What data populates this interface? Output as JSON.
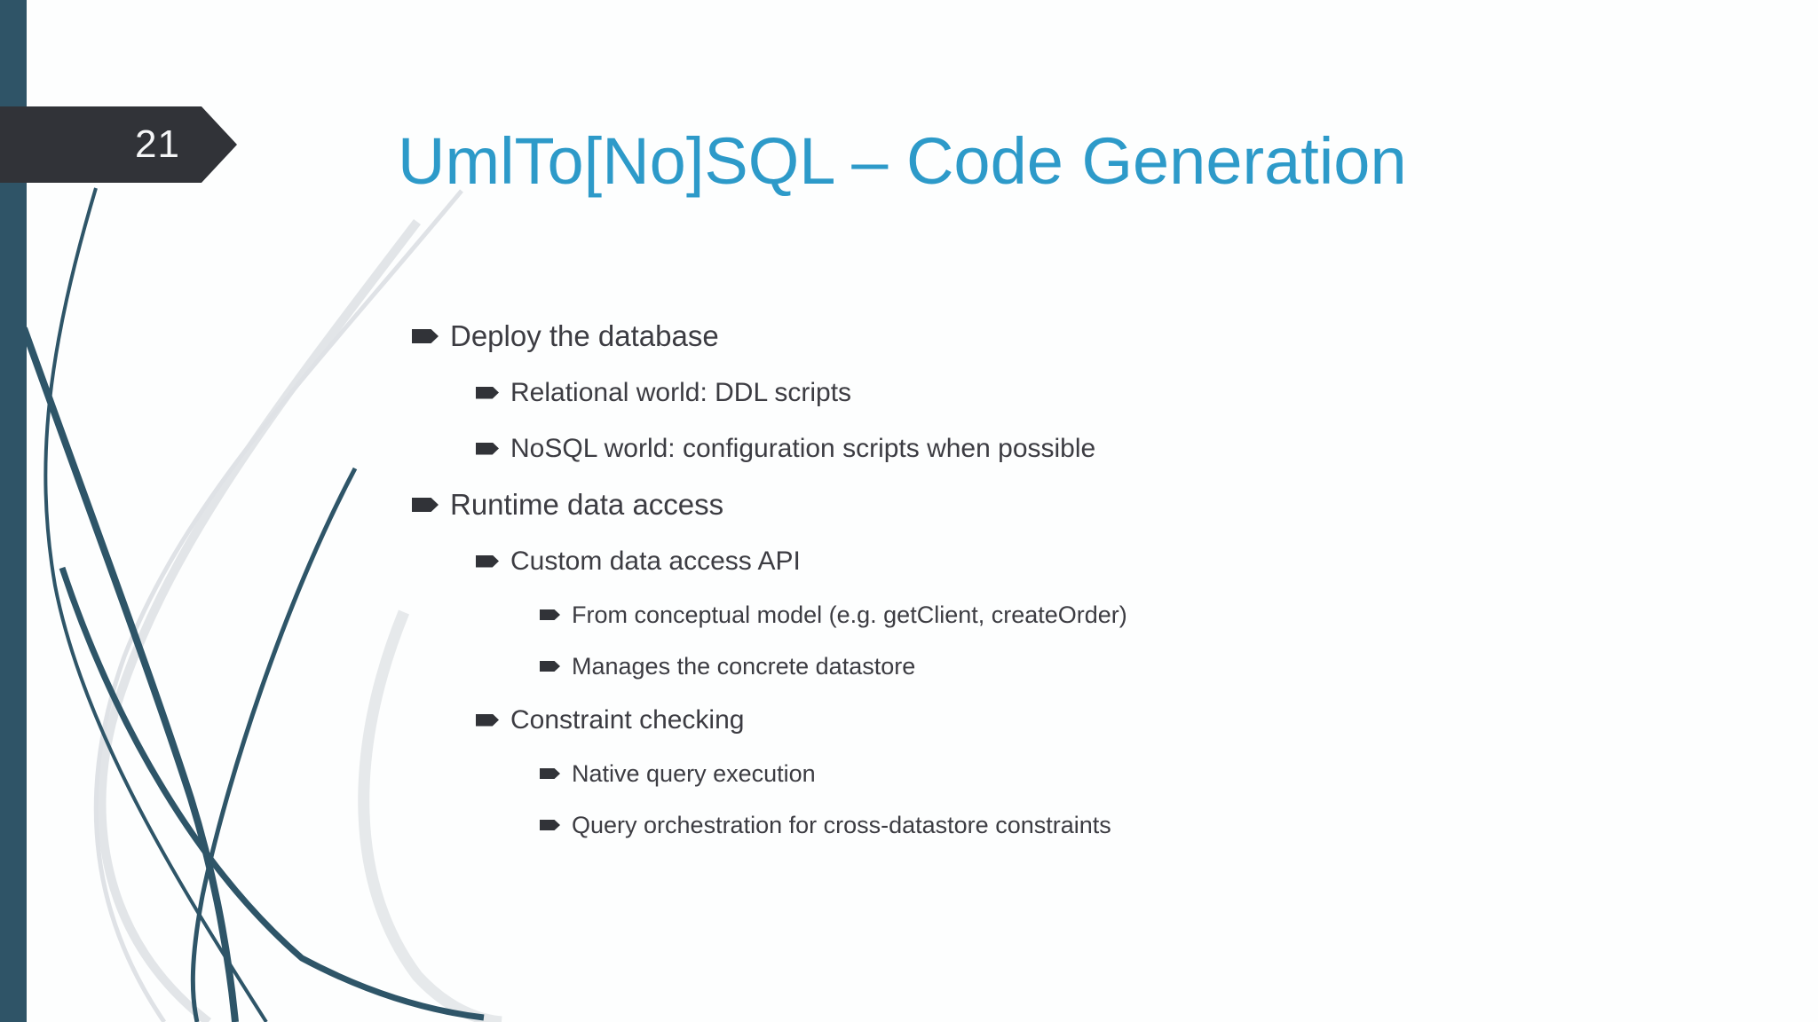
{
  "slide": {
    "number": "21",
    "title": "UmlTo[No]SQL – Code Generation",
    "bullets": [
      {
        "level": 1,
        "text": "Deploy the database"
      },
      {
        "level": 2,
        "text": "Relational world: DDL scripts"
      },
      {
        "level": 2,
        "text": "NoSQL world: configuration scripts when possible"
      },
      {
        "level": 1,
        "text": "Runtime data access"
      },
      {
        "level": 2,
        "text": "Custom data access API"
      },
      {
        "level": 3,
        "text": "From conceptual model (e.g. getClient, createOrder)"
      },
      {
        "level": 3,
        "text": "Manages the concrete datastore"
      },
      {
        "level": 2,
        "text": "Constraint checking"
      },
      {
        "level": 3,
        "text": "Native query execution"
      },
      {
        "level": 3,
        "text": "Query orchestration for cross-datastore constraints"
      }
    ],
    "icons": {
      "bullet": "arrow-tag-right",
      "badge_shape": "pennant-arrow-right"
    },
    "colors": {
      "title_accent": "#2d9ac9",
      "sidebar_teal": "#2f5467",
      "badge_charcoal": "#313338",
      "body_text": "#3c3c42",
      "curve_teal": "#2e5568",
      "curve_gray": "#d9dde1",
      "background": "#fdfefe"
    }
  }
}
